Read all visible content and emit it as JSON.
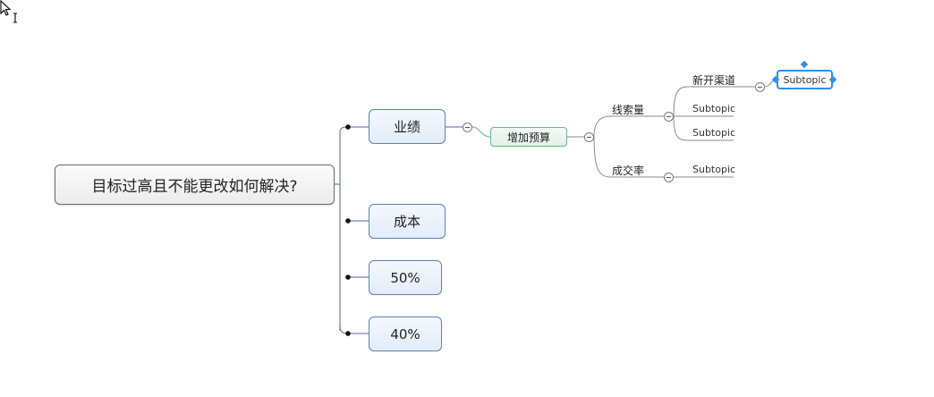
{
  "mindmap": {
    "root": {
      "label": "目标过高且不能更改如何解决?"
    },
    "main_topics": [
      {
        "label": "业绩"
      },
      {
        "label": "成本"
      },
      {
        "label": "50%"
      },
      {
        "label": "40%"
      }
    ],
    "budget": {
      "label": "增加预算"
    },
    "leads": {
      "label": "线索量"
    },
    "conversion": {
      "label": "成交率"
    },
    "new_channel": {
      "label": "新开渠道"
    },
    "subtopic_selected": {
      "label": "Subtopic"
    },
    "leads_subtopics": [
      {
        "label": "Subtopic"
      },
      {
        "label": "Subtopic"
      }
    ],
    "conversion_subtopic": {
      "label": "Subtopic"
    }
  },
  "colors": {
    "connector": "#6f88ad",
    "branch_line": "#8a8a8a",
    "selection": "#2f8fea",
    "main_topic_border": "#5a80b8",
    "budget_border": "#6fb48f"
  }
}
